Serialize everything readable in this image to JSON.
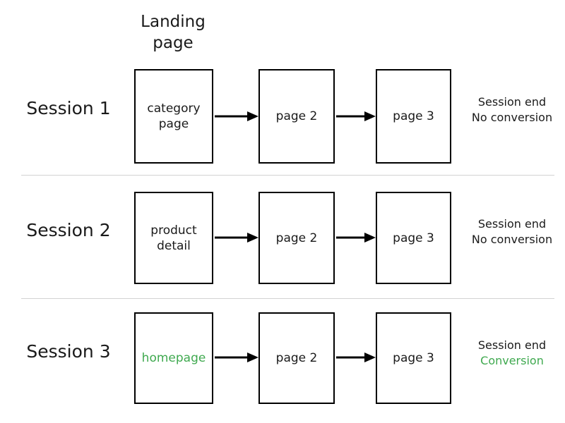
{
  "diagram": {
    "landing_label": "Landing\npage",
    "colors": {
      "box_border": "#000000",
      "text": "#1a1a1a",
      "divider": "#d2d2d2",
      "conversion_green": "#3fa94f",
      "background": "#ffffff"
    },
    "sessions": [
      {
        "name": "Session 1",
        "landing_page": "category\npage",
        "landing_page_green": false,
        "step2": "page 2",
        "step3": "page 3",
        "end_line1": "Session end",
        "end_line2": "No conversion",
        "end_line2_green": false
      },
      {
        "name": "Session 2",
        "landing_page": "product\ndetail",
        "landing_page_green": false,
        "step2": "page 2",
        "step3": "page 3",
        "end_line1": "Session end",
        "end_line2": "No conversion",
        "end_line2_green": false
      },
      {
        "name": "Session 3",
        "landing_page": "homepage",
        "landing_page_green": true,
        "step2": "page 2",
        "step3": "page 3",
        "end_line1": "Session end",
        "end_line2": "Conversion",
        "end_line2_green": true
      }
    ]
  }
}
